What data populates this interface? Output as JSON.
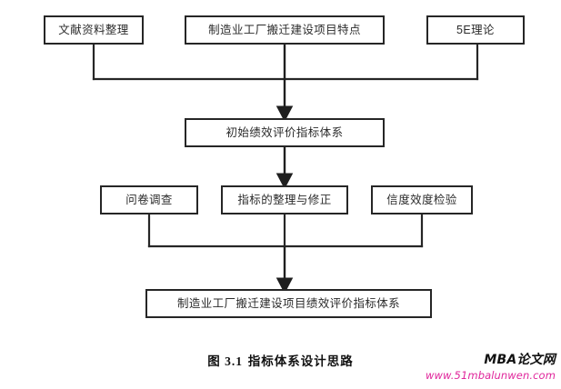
{
  "figure": {
    "caption_number": "图  3.1",
    "caption_text": "指标体系设计思路",
    "background_color": "#ffffff",
    "line_color": "#262626",
    "text_color": "#2b2b2b"
  },
  "nodes": {
    "row1": [
      {
        "id": "literature-review",
        "label": "文献资料整理"
      },
      {
        "id": "project-characteristics",
        "label": "制造业工厂搬迁建设项目特点"
      },
      {
        "id": "five-e-theory",
        "label": "5E理论"
      }
    ],
    "row2": [
      {
        "id": "initial-index-system",
        "label": "初始绩效评价指标体系"
      }
    ],
    "row3": [
      {
        "id": "questionnaire-survey",
        "label": "问卷调查"
      },
      {
        "id": "index-revision",
        "label": "指标的整理与修正"
      },
      {
        "id": "reliability-validity-test",
        "label": "信度效度检验"
      }
    ],
    "row4": [
      {
        "id": "final-index-system",
        "label": "制造业工厂搬迁建设项目绩效评价指标体系"
      }
    ]
  },
  "watermark": {
    "title": "MBA论文网",
    "url": "www.51mbalunwen.com",
    "url_color": "#e0269b"
  }
}
